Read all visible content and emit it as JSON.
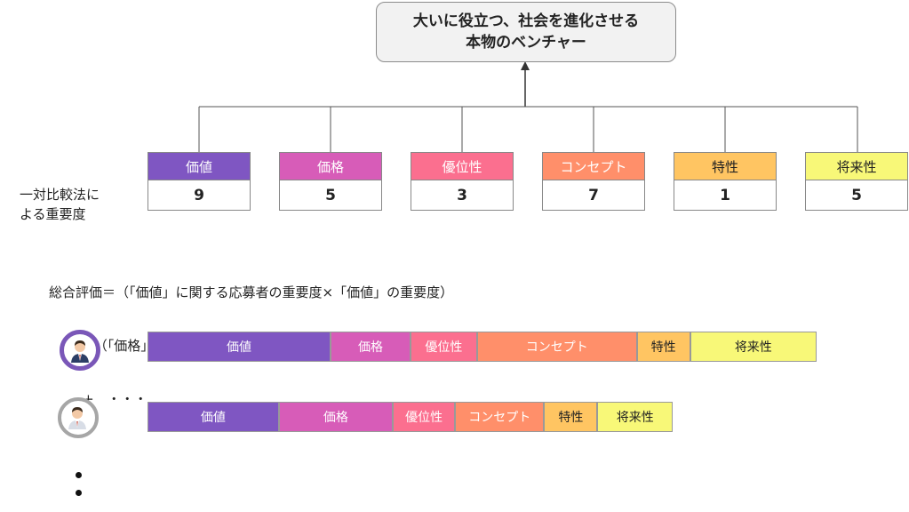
{
  "goal": {
    "line1": "大いに役立つ、社会を進化させる",
    "line2": "本物のベンチャー"
  },
  "side_label": {
    "line1": "一対比較法に",
    "line2": "よる重要度"
  },
  "criteria": [
    {
      "name": "価値",
      "score": "9",
      "color": "#7f56c2",
      "text_color": "#ffffff"
    },
    {
      "name": "価格",
      "score": "5",
      "color": "#d75cb8",
      "text_color": "#ffffff"
    },
    {
      "name": "優位性",
      "score": "3",
      "color": "#fb6f8f",
      "text_color": "#ffffff"
    },
    {
      "name": "コンセプト",
      "score": "7",
      "color": "#ff8f6a",
      "text_color": "#ffffff"
    },
    {
      "name": "特性",
      "score": "1",
      "color": "#ffc562",
      "text_color": "#222222"
    },
    {
      "name": "将来性",
      "score": "5",
      "color": "#f8f878",
      "text_color": "#222222"
    }
  ],
  "formula": {
    "line1": "総合評価＝（「価値」に関する応募者の重要度×「価値」の重要度）",
    "line2": "        +（「価格」に関する応募者の重要度×「価格」の重要度）",
    "line3": "        +　・・・"
  },
  "applicants": [
    {
      "ring_color": "#7a57b8",
      "segments": [
        {
          "label": "価値",
          "share": 0.275
        },
        {
          "label": "価格",
          "share": 0.12
        },
        {
          "label": "優位性",
          "share": 0.1
        },
        {
          "label": "コンセプト",
          "share": 0.24
        },
        {
          "label": "特性",
          "share": 0.08
        },
        {
          "label": "将来性",
          "share": 0.19
        }
      ]
    },
    {
      "ring_color": "#a6a6a6",
      "segments": [
        {
          "label": "価値",
          "share": 0.25
        },
        {
          "label": "価格",
          "share": 0.217
        },
        {
          "label": "優位性",
          "share": 0.119
        },
        {
          "label": "コンセプト",
          "share": 0.169
        },
        {
          "label": "特性",
          "share": 0.102
        },
        {
          "label": "将来性",
          "share": 0.143
        }
      ]
    }
  ]
}
